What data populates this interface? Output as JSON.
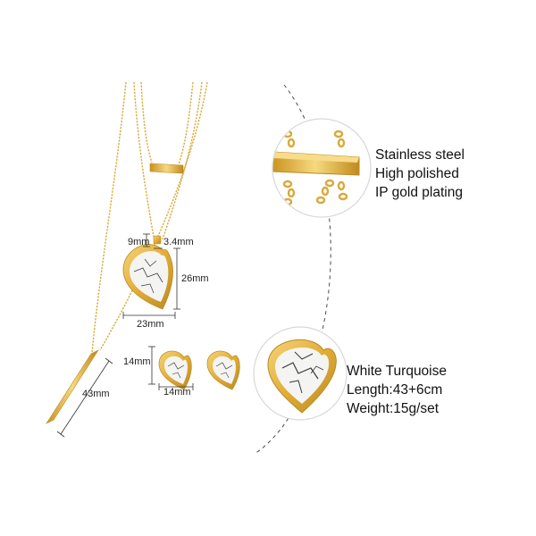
{
  "product": {
    "name": "gold layered necklace with heart pendant and stud earrings set",
    "colors": {
      "gold": "#e4b43f",
      "gold_dark": "#b98a22",
      "marble": "#f4f4f2",
      "vein": "#3a3a3a",
      "guide_line": "#4a4a4a"
    }
  },
  "dimensions": {
    "clasp_width": "9mm",
    "clasp_height": "3.4mm",
    "heart_height": "26mm",
    "heart_width": "23mm",
    "earring_height": "14mm",
    "earring_width": "14mm",
    "bar_length": "43mm"
  },
  "specs": {
    "material": {
      "lines": [
        "Stainless steel",
        "High polished",
        "IP gold plating"
      ]
    },
    "pendant": {
      "lines": [
        "White Turquoise",
        "Length:43+6cm",
        "Weight:15g/set"
      ]
    }
  }
}
